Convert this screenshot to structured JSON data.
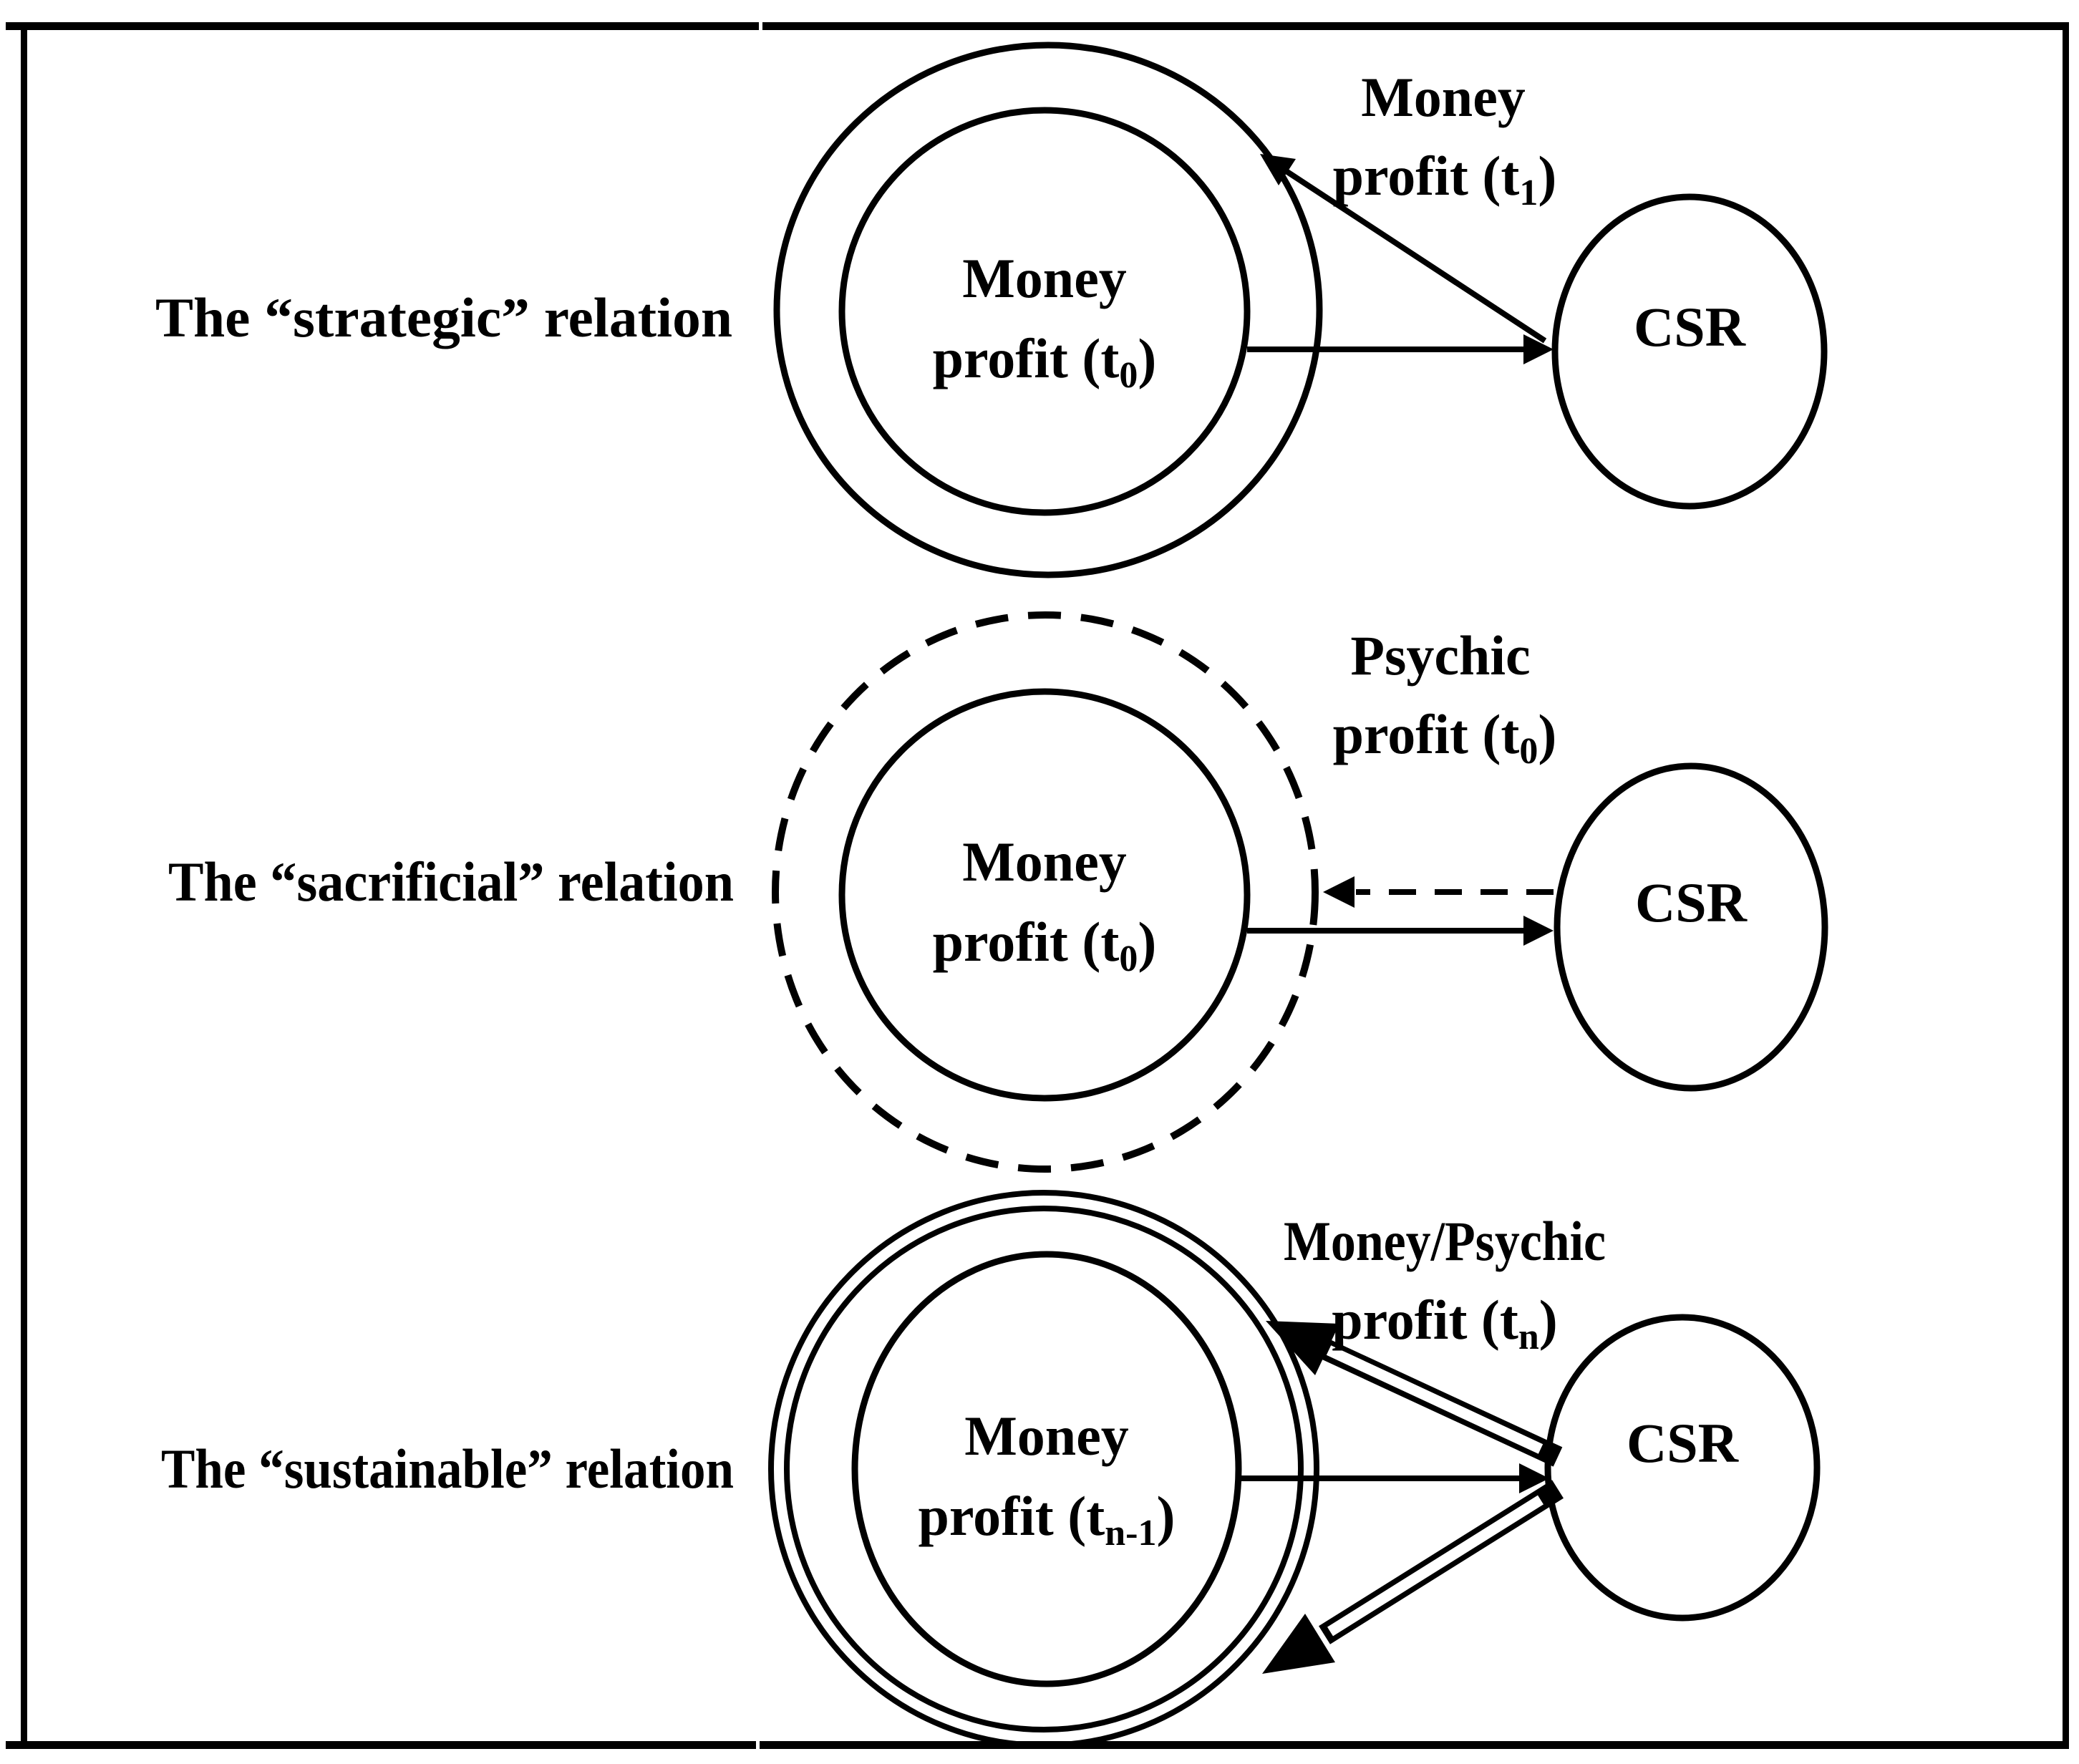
{
  "colors": {
    "ink": "#000000",
    "paper": "#ffffff"
  },
  "rows": [
    {
      "id": "strategic",
      "caption": "The “strategic” relation",
      "profit_circle": {
        "line1": "Money",
        "line2_pre": "profit (t",
        "line2_sub": "0",
        "line2_post": ")"
      },
      "csr_label": "CSR",
      "return_label": {
        "line1": "Money",
        "line2_pre": "profit (t",
        "line2_sub": "1",
        "line2_post": ")"
      }
    },
    {
      "id": "sacrificial",
      "caption": "The “sacrificial” relation",
      "profit_circle": {
        "line1": "Money",
        "line2_pre": "profit (t",
        "line2_sub": "0",
        "line2_post": ")"
      },
      "csr_label": "CSR",
      "return_label": {
        "line1": "Psychic",
        "line2_pre": "profit (t",
        "line2_sub": "0",
        "line2_post": ")"
      }
    },
    {
      "id": "sustainable",
      "caption": "The “sustainable” relation",
      "profit_circle": {
        "line1": "Money",
        "line2_pre": "profit (t",
        "line2_sub": "n-1",
        "line2_post": ")"
      },
      "csr_label": "CSR",
      "return_label": {
        "line1": "Money/Psychic",
        "line2_pre": "profit (t",
        "line2_sub": "n",
        "line2_post": ")"
      }
    }
  ]
}
